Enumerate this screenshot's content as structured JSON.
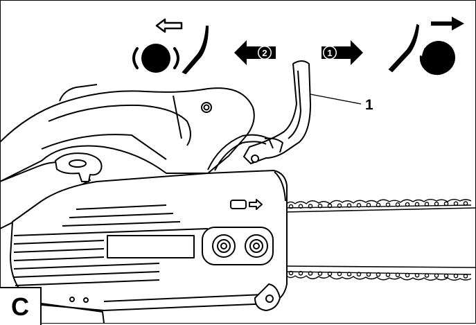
{
  "figure": {
    "panel_label": "C",
    "callout": "1",
    "steps": [
      {
        "number": "2",
        "direction": "left"
      },
      {
        "number": "1",
        "direction": "right"
      }
    ],
    "lever_states": [
      {
        "state": "released",
        "icon": "drum-brake-released-icon"
      },
      {
        "state": "engaged",
        "icon": "drum-brake-engaged-icon"
      }
    ],
    "colors": {
      "ink": "#000000",
      "paper": "#ffffff"
    }
  }
}
